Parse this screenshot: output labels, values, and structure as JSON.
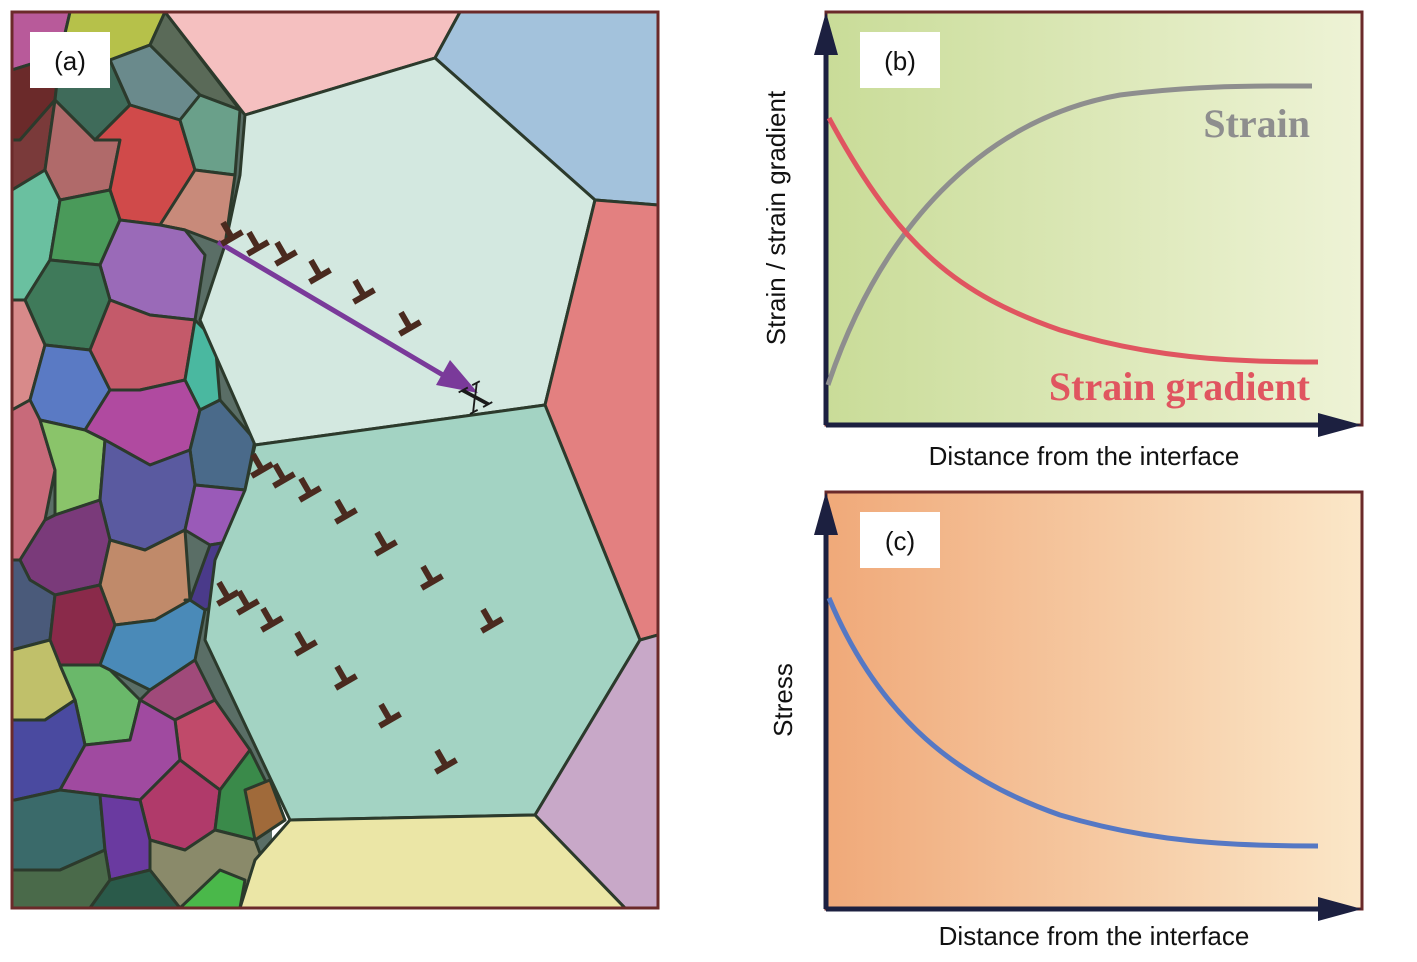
{
  "panel_a": {
    "label": "(a)",
    "blocked_mark": "X"
  },
  "panel_b": {
    "label": "(b)",
    "xlabel": "Distance from the interface",
    "ylabel": "Strain / strain gradient",
    "curves": [
      {
        "name": "Strain",
        "color": "#8e8e8e"
      },
      {
        "name": "Strain gradient",
        "color": "#e05560"
      }
    ],
    "background": [
      "#c9dc98",
      "#eef3d6"
    ]
  },
  "panel_c": {
    "label": "(c)",
    "xlabel": "Distance from the interface",
    "ylabel": "Stress",
    "curves": [
      {
        "name": "Stress",
        "color": "#5578c4"
      }
    ],
    "background": [
      "#f0a979",
      "#fbe7c8"
    ]
  },
  "colors": {
    "frame": "#6b2a2a",
    "axis": "#1c2040",
    "dislocation": "#4a2a1f",
    "arrow": "#7a3a9a"
  }
}
